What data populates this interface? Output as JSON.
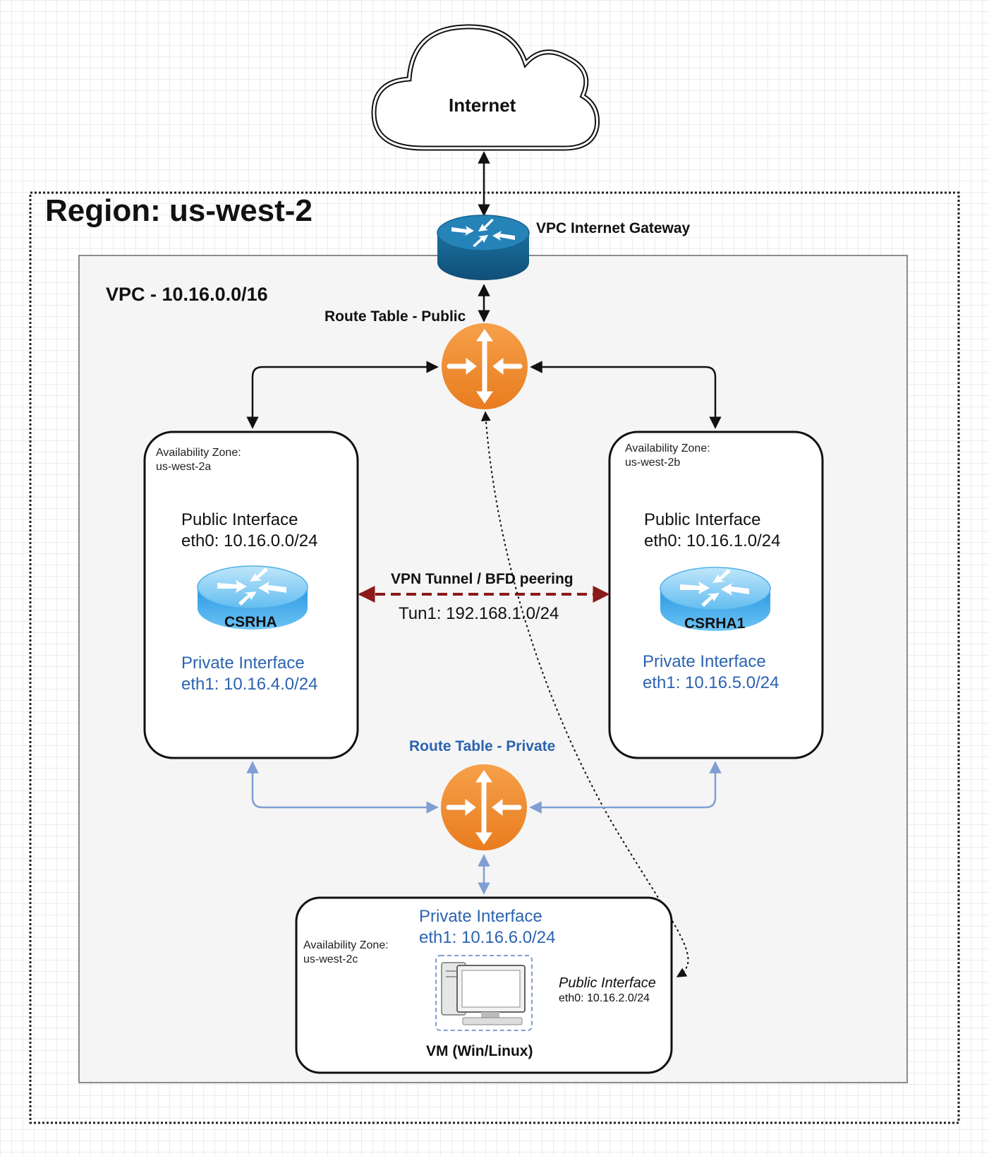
{
  "internet": {
    "label": "Internet"
  },
  "region": {
    "title": "Region: us-west-2"
  },
  "gateway": {
    "label": "VPC Internet Gateway"
  },
  "vpc": {
    "title": "VPC - 10.16.0.0/16"
  },
  "route_table_public": {
    "label": "Route Table - Public"
  },
  "route_table_private": {
    "label": "Route Table - Private"
  },
  "az_a": {
    "zone": "Availability Zone:\nus-west-2a",
    "public_interface": "Public Interface\neth0: 10.16.0.0/24",
    "router_name": "CSRHA",
    "private_interface": "Private Interface\neth1: 10.16.4.0/24"
  },
  "az_b": {
    "zone": "Availability Zone:\nus-west-2b",
    "public_interface": "Public Interface\neth0: 10.16.1.0/24",
    "router_name": "CSRHA1",
    "private_interface": "Private Interface\neth1: 10.16.5.0/24"
  },
  "vpn": {
    "label": "VPN Tunnel / BFD peering",
    "tunnel": "Tun1: 192.168.1.0/24"
  },
  "az_c": {
    "zone": "Availability Zone:\nus-west-2c",
    "private_interface": "Private Interface\neth1: 10.16.6.0/24",
    "vm_label": "VM (Win/Linux)",
    "public_interface_label": "Public Interface",
    "public_interface_eth": "eth0: 10.16.2.0/24"
  },
  "colors": {
    "router_orange": "#f08a2c",
    "gateway_blue": "#1b6b9a",
    "private_blue": "#2c63b0",
    "vpn_dash": "#8b1a1a",
    "private_arrow": "#7f9fd4"
  },
  "icons": [
    "cloud-icon",
    "gateway-router-icon",
    "route-table-icon",
    "csr-router-icon",
    "desktop-computer-icon"
  ]
}
